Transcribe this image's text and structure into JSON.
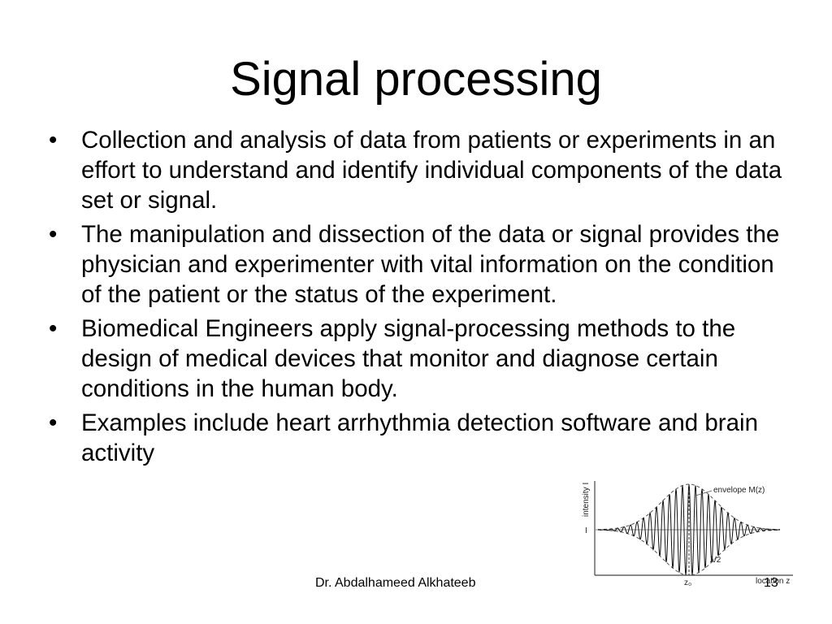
{
  "slide": {
    "title": "Signal processing",
    "bullet_marker": "•",
    "bullets": [
      "Collection and analysis of data from patients or experiments in an effort to understand and identify individual components of the data set or signal.",
      "The manipulation and dissection of the data or signal provides the physician and experimenter with vital information on the condition of the patient or the status of the experiment.",
      "Biomedical Engineers apply signal-processing methods to the design of medical devices that monitor and diagnose certain conditions in the human body.",
      "Examples include heart arrhythmia detection software and brain activity"
    ],
    "footer": {
      "author": "Dr. Abdalhameed Alkhateeb",
      "page_number": "13"
    }
  },
  "figure": {
    "y_axis_label": "intensity I",
    "x_axis_label": "location z",
    "envelope_label": "envelope  M(z)",
    "baseline_label": "I",
    "center_label": "z₀",
    "wavelength_label": "λ/2"
  }
}
